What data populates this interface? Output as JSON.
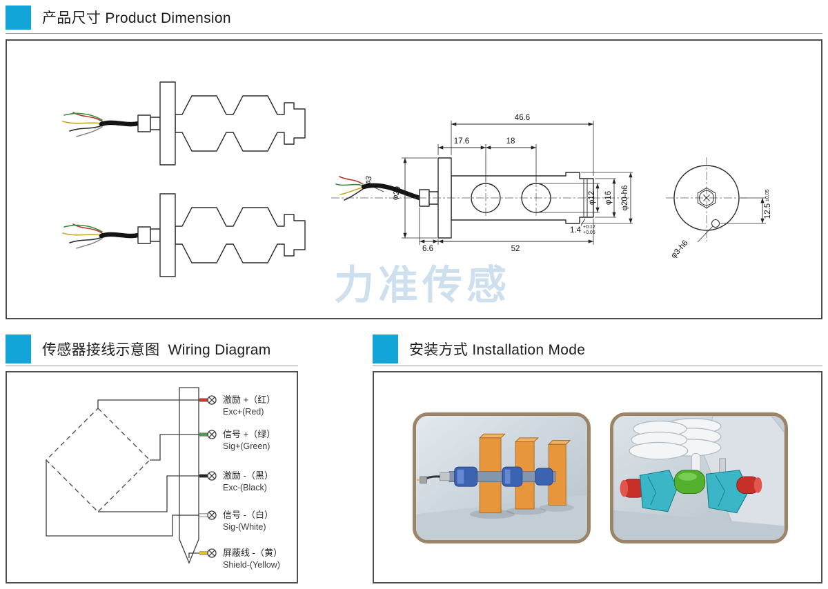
{
  "page": {
    "watermark": "力准传感",
    "accent_color": "#12a5d8",
    "border_color": "#4e4e4e"
  },
  "sections": {
    "dimension": {
      "title": "产品尺寸 Product Dimension"
    },
    "wiring": {
      "title": "传感器接线示意图  Wiring Diagram"
    },
    "installation": {
      "title": "安装方式 Installation Mode"
    }
  },
  "drawing": {
    "top_overall": "46.6",
    "top_seg1": "17.6",
    "top_seg2": "18",
    "cable_dia": "φ3",
    "flange_dia": "φ29",
    "hole_dia": "φ12",
    "cap_dia": "φ16",
    "body_dia": "φ20-h6",
    "groove_width": "1.4",
    "groove_tol_up": "+0.12",
    "groove_tol_low": "+0.05",
    "bottom_offset": "6.6",
    "bottom_overall": "52",
    "pin_dia": "φ3-h6",
    "pin_offset": "12.5",
    "pin_offset_tol": "±0.05"
  },
  "wiring_diagram": {
    "terminals": [
      {
        "cn": "激励 +（红）",
        "en": "Exc+(Red)",
        "color": "#d93025"
      },
      {
        "cn": "信号 +（绿）",
        "en": "Sig+(Green)",
        "color": "#43a047"
      },
      {
        "cn": "激励 -（黑）",
        "en": "Exc-(Black)",
        "color": "#222222"
      },
      {
        "cn": "信号 -（白）",
        "en": "Sig-(White)",
        "color": "#f5f5f5"
      },
      {
        "cn": "屏蔽线 -（黄）",
        "en": "Shield-(Yellow)",
        "color": "#e6c619"
      }
    ]
  }
}
